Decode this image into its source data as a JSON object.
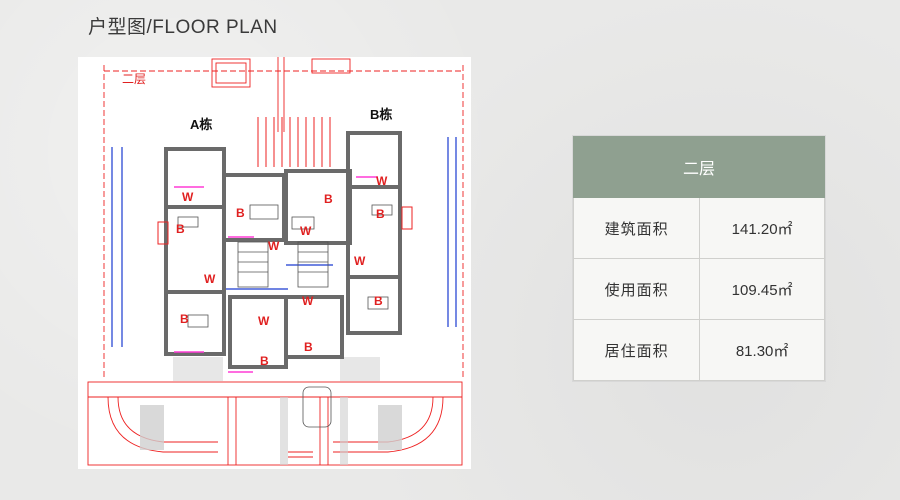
{
  "page": {
    "title": "户型图/FLOOR PLAN"
  },
  "plan": {
    "floor_label": "二层",
    "building_a": "A栋",
    "building_b": "B栋",
    "room_marks": [
      {
        "text": "W",
        "color": "#e02020"
      },
      {
        "text": "B",
        "color": "#e02020"
      }
    ]
  },
  "area_table": {
    "header": "二层",
    "rows": [
      {
        "label": "建筑面积",
        "value": "141.20㎡"
      },
      {
        "label": "使用面积",
        "value": "109.45㎡"
      },
      {
        "label": "居住面积",
        "value": "81.30㎡"
      }
    ]
  },
  "colors": {
    "header_bg": "#8fa090",
    "accent_red": "#e02020",
    "plan_wall": "#6a6a6a",
    "plan_blue": "#1a3bd0",
    "plan_pink": "#ff3bd6"
  }
}
